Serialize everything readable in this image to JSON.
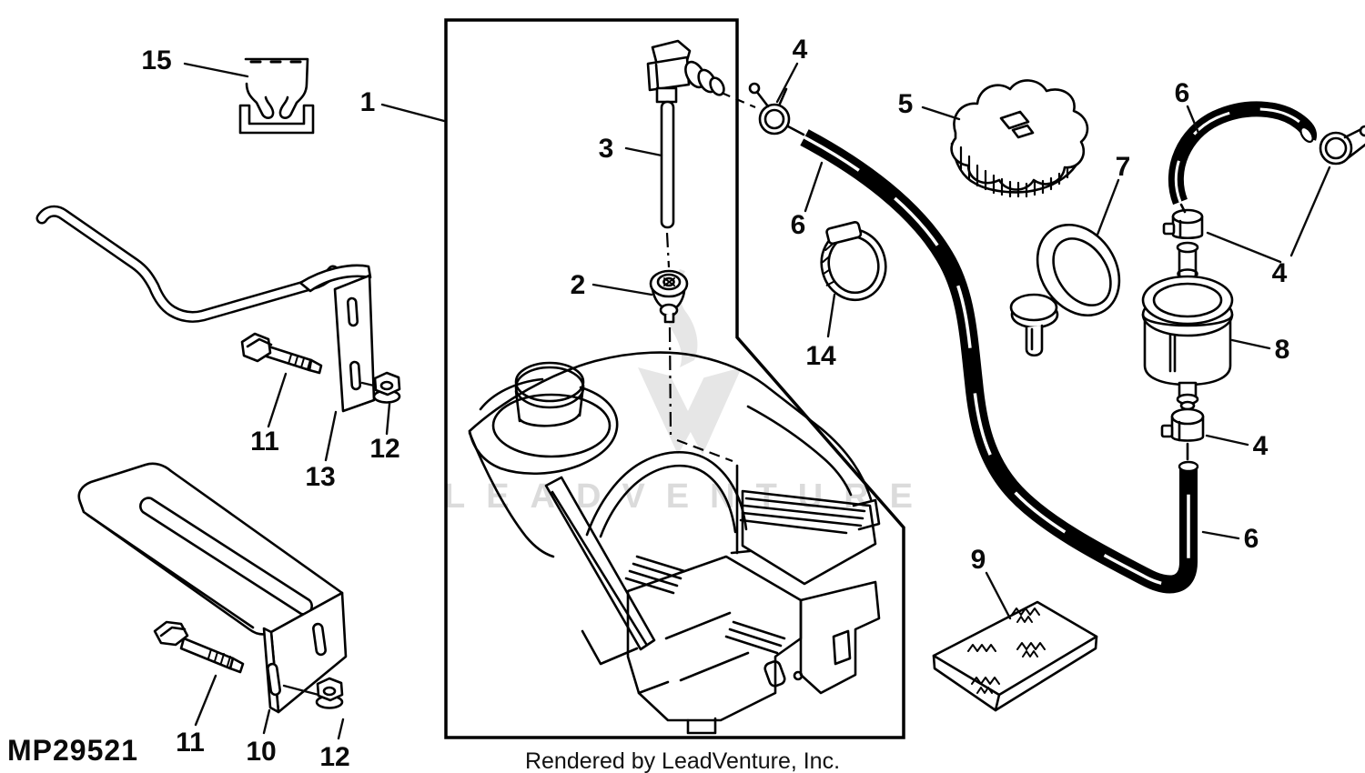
{
  "diagram": {
    "part_code": "MP29521",
    "footer_credit": "Rendered by LeadVenture, Inc.",
    "watermark": {
      "text": "LEADVENTURE"
    },
    "colors": {
      "line": "#000000",
      "watermark_text": "#dbdbdb",
      "watermark_monogram": "#e6e6e6",
      "background": "#ffffff"
    },
    "callouts": [
      {
        "label": "15"
      },
      {
        "label": "1"
      },
      {
        "label": "3"
      },
      {
        "label": "2"
      },
      {
        "label": "4"
      },
      {
        "label": "5"
      },
      {
        "label": "6"
      },
      {
        "label": "14"
      },
      {
        "label": "7"
      },
      {
        "label": "6"
      },
      {
        "label": "4"
      },
      {
        "label": "8"
      },
      {
        "label": "4"
      },
      {
        "label": "6"
      },
      {
        "label": "9"
      },
      {
        "label": "11"
      },
      {
        "label": "13"
      },
      {
        "label": "12"
      },
      {
        "label": "11"
      },
      {
        "label": "10"
      },
      {
        "label": "12"
      }
    ]
  }
}
